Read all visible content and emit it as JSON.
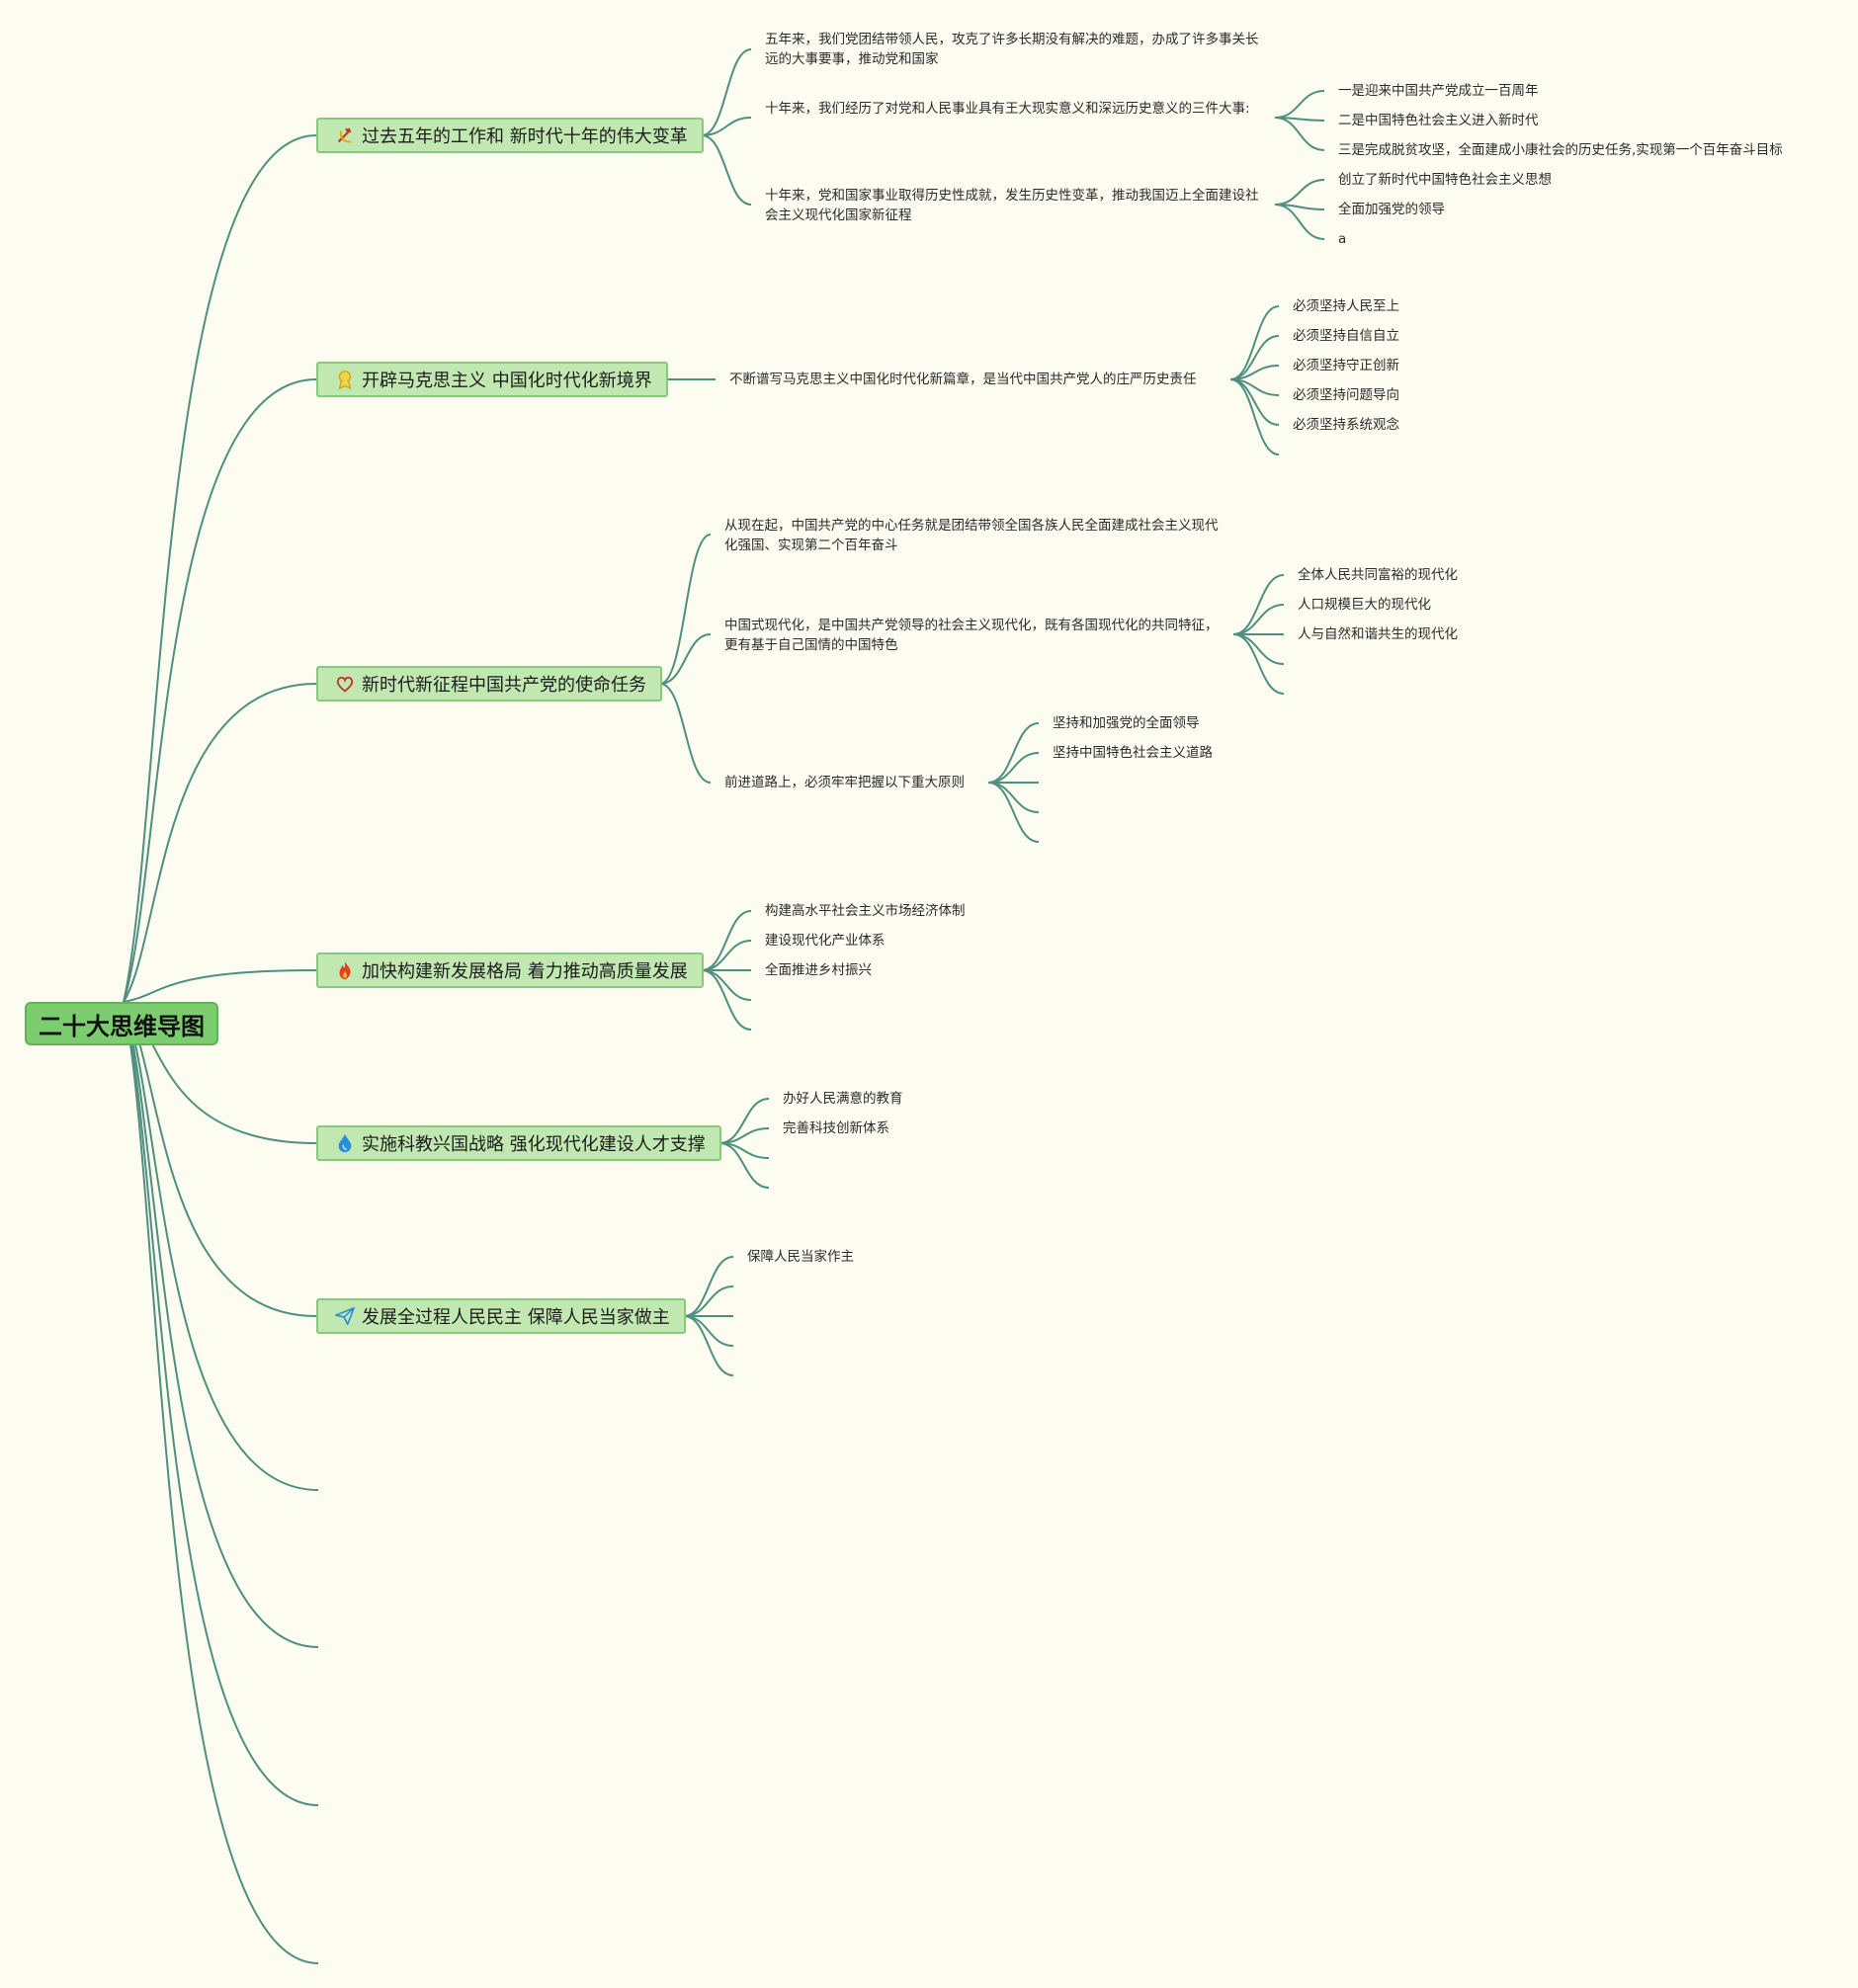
{
  "root": {
    "label": "二十大思维导图"
  },
  "topics": [
    {
      "label": "过去五年的工作和 新时代十年的伟大变革",
      "icon": "hammer-sickle-icon",
      "children": [
        {
          "text": "五年来，我们党团结带领人民，攻克了许多长期没有解决的难题，办成了许多事关长远的大事要事，推动党和国家",
          "children": []
        },
        {
          "text": "十年来，我们经历了对党和人民事业具有王大现实意义和深远历史意义的三件大事:",
          "children": [
            {
              "text": "一是迎来中国共产党成立一百周年"
            },
            {
              "text": "二是中国特色社会主义进入新时代"
            },
            {
              "text": "三是完成脱贫攻坚，全面建成小康社会的历史任务,实现第一个百年奋斗目标"
            }
          ]
        },
        {
          "text": "十年来，党和国家事业取得历史性成就，发生历史性变革，推动我国迈上全面建设社会主义现代化国家新征程",
          "children": [
            {
              "text": "创立了新时代中国特色社会主义思想"
            },
            {
              "text": "全面加强党的领导"
            },
            {
              "text": "a"
            }
          ]
        }
      ]
    },
    {
      "label": "开辟马克思主义 中国化时代化新境界",
      "icon": "award-medal-icon",
      "children": [
        {
          "text": "不断谱写马克思主义中国化时代化新篇章，是当代中国共产党人的庄严历史责任",
          "children": [
            {
              "text": "必须坚持人民至上"
            },
            {
              "text": "必须坚持自信自立"
            },
            {
              "text": "必须坚持守正创新"
            },
            {
              "text": "必须坚持问题导向"
            },
            {
              "text": "必须坚持系统观念"
            },
            {
              "text": ""
            }
          ]
        }
      ]
    },
    {
      "label": "新时代新征程中国共产党的使命任务",
      "icon": "heart-icon",
      "children": [
        {
          "text": "从现在起，中国共产党的中心任务就是团结带领全国各族人民全面建成社会主义现代化强国、实现第二个百年奋斗",
          "children": []
        },
        {
          "text": "中国式现代化，是中国共产党领导的社会主义现代化，既有各国现代化的共同特征，更有基于自己国情的中国特色",
          "children": [
            {
              "text": "全体人民共同富裕的现代化"
            },
            {
              "text": "人口规模巨大的现代化"
            },
            {
              "text": "人与自然和谐共生的现代化"
            },
            {
              "text": ""
            },
            {
              "text": ""
            }
          ]
        },
        {
          "text": "前进道路上，必须牢牢把握以下重大原则",
          "children": [
            {
              "text": "坚持和加强党的全面领导"
            },
            {
              "text": "坚持中国特色社会主义道路"
            },
            {
              "text": ""
            },
            {
              "text": ""
            },
            {
              "text": ""
            }
          ]
        }
      ]
    },
    {
      "label": "加快构建新发展格局 着力推动高质量发展",
      "icon": "fire-icon",
      "children": [
        {
          "text": "构建高水平社会主义市场经济体制",
          "children": []
        },
        {
          "text": "建设现代化产业体系",
          "children": []
        },
        {
          "text": "全面推进乡村振兴",
          "children": []
        },
        {
          "text": "",
          "children": []
        },
        {
          "text": "",
          "children": []
        }
      ]
    },
    {
      "label": "实施科教兴国战略 强化现代化建设人才支撑",
      "icon": "water-drop-icon",
      "children": [
        {
          "text": "办好人民满意的教育",
          "children": []
        },
        {
          "text": "完善科技创新体系",
          "children": []
        },
        {
          "text": "",
          "children": []
        },
        {
          "text": "",
          "children": []
        }
      ]
    },
    {
      "label": "发展全过程人民民主 保障人民当家做主",
      "icon": "paper-plane-icon",
      "children": [
        {
          "text": "保障人民当家作主",
          "children": []
        },
        {
          "text": "",
          "children": []
        },
        {
          "text": "",
          "children": []
        },
        {
          "text": "",
          "children": []
        },
        {
          "text": "",
          "children": []
        }
      ]
    },
    {
      "label": "",
      "icon": "",
      "children": []
    },
    {
      "label": "",
      "icon": "",
      "children": []
    },
    {
      "label": "",
      "icon": "",
      "children": []
    },
    {
      "label": "",
      "icon": "",
      "children": []
    }
  ],
  "colors": {
    "background": "#fdfcf1",
    "connector": "#4f8f80",
    "root_fill": "#7ccc70",
    "topic_fill": "#c2e8b2",
    "topic_border": "#88c97b"
  }
}
